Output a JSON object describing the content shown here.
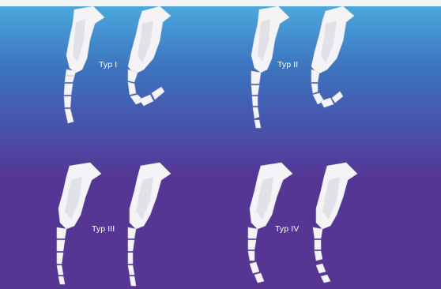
{
  "figure": {
    "bg_top": "#4aa8dc",
    "bg_bottom": "#573592",
    "types": [
      {
        "label": "Typ I"
      },
      {
        "label": "Typ II"
      },
      {
        "label": "Typ III"
      },
      {
        "label": "Typ IV"
      }
    ]
  }
}
